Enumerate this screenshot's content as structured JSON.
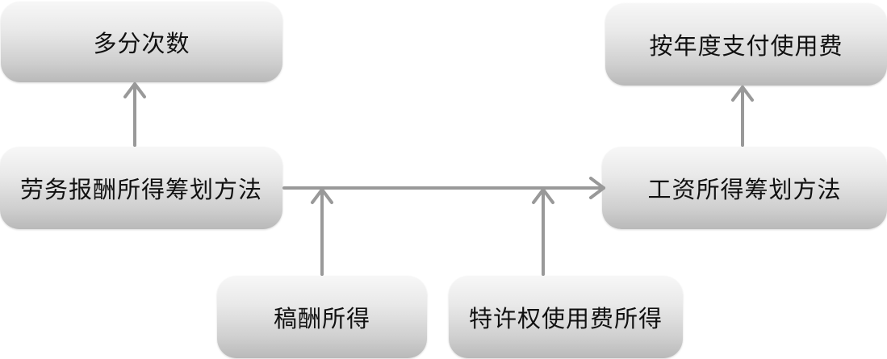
{
  "nodes": {
    "multiple_times": "多分次数",
    "annual_royalty": "按年度支付使用费",
    "labor_income_method": "劳务报酬所得筹划方法",
    "wage_income_method": "工资所得筹划方法",
    "manuscript_income": "稿酬所得",
    "franchise_income": "特许权使用费所得"
  },
  "colors": {
    "arrow": "#999999",
    "box_top": "#f7f7f7",
    "box_bottom": "#b9b9b9",
    "text": "#111111"
  }
}
